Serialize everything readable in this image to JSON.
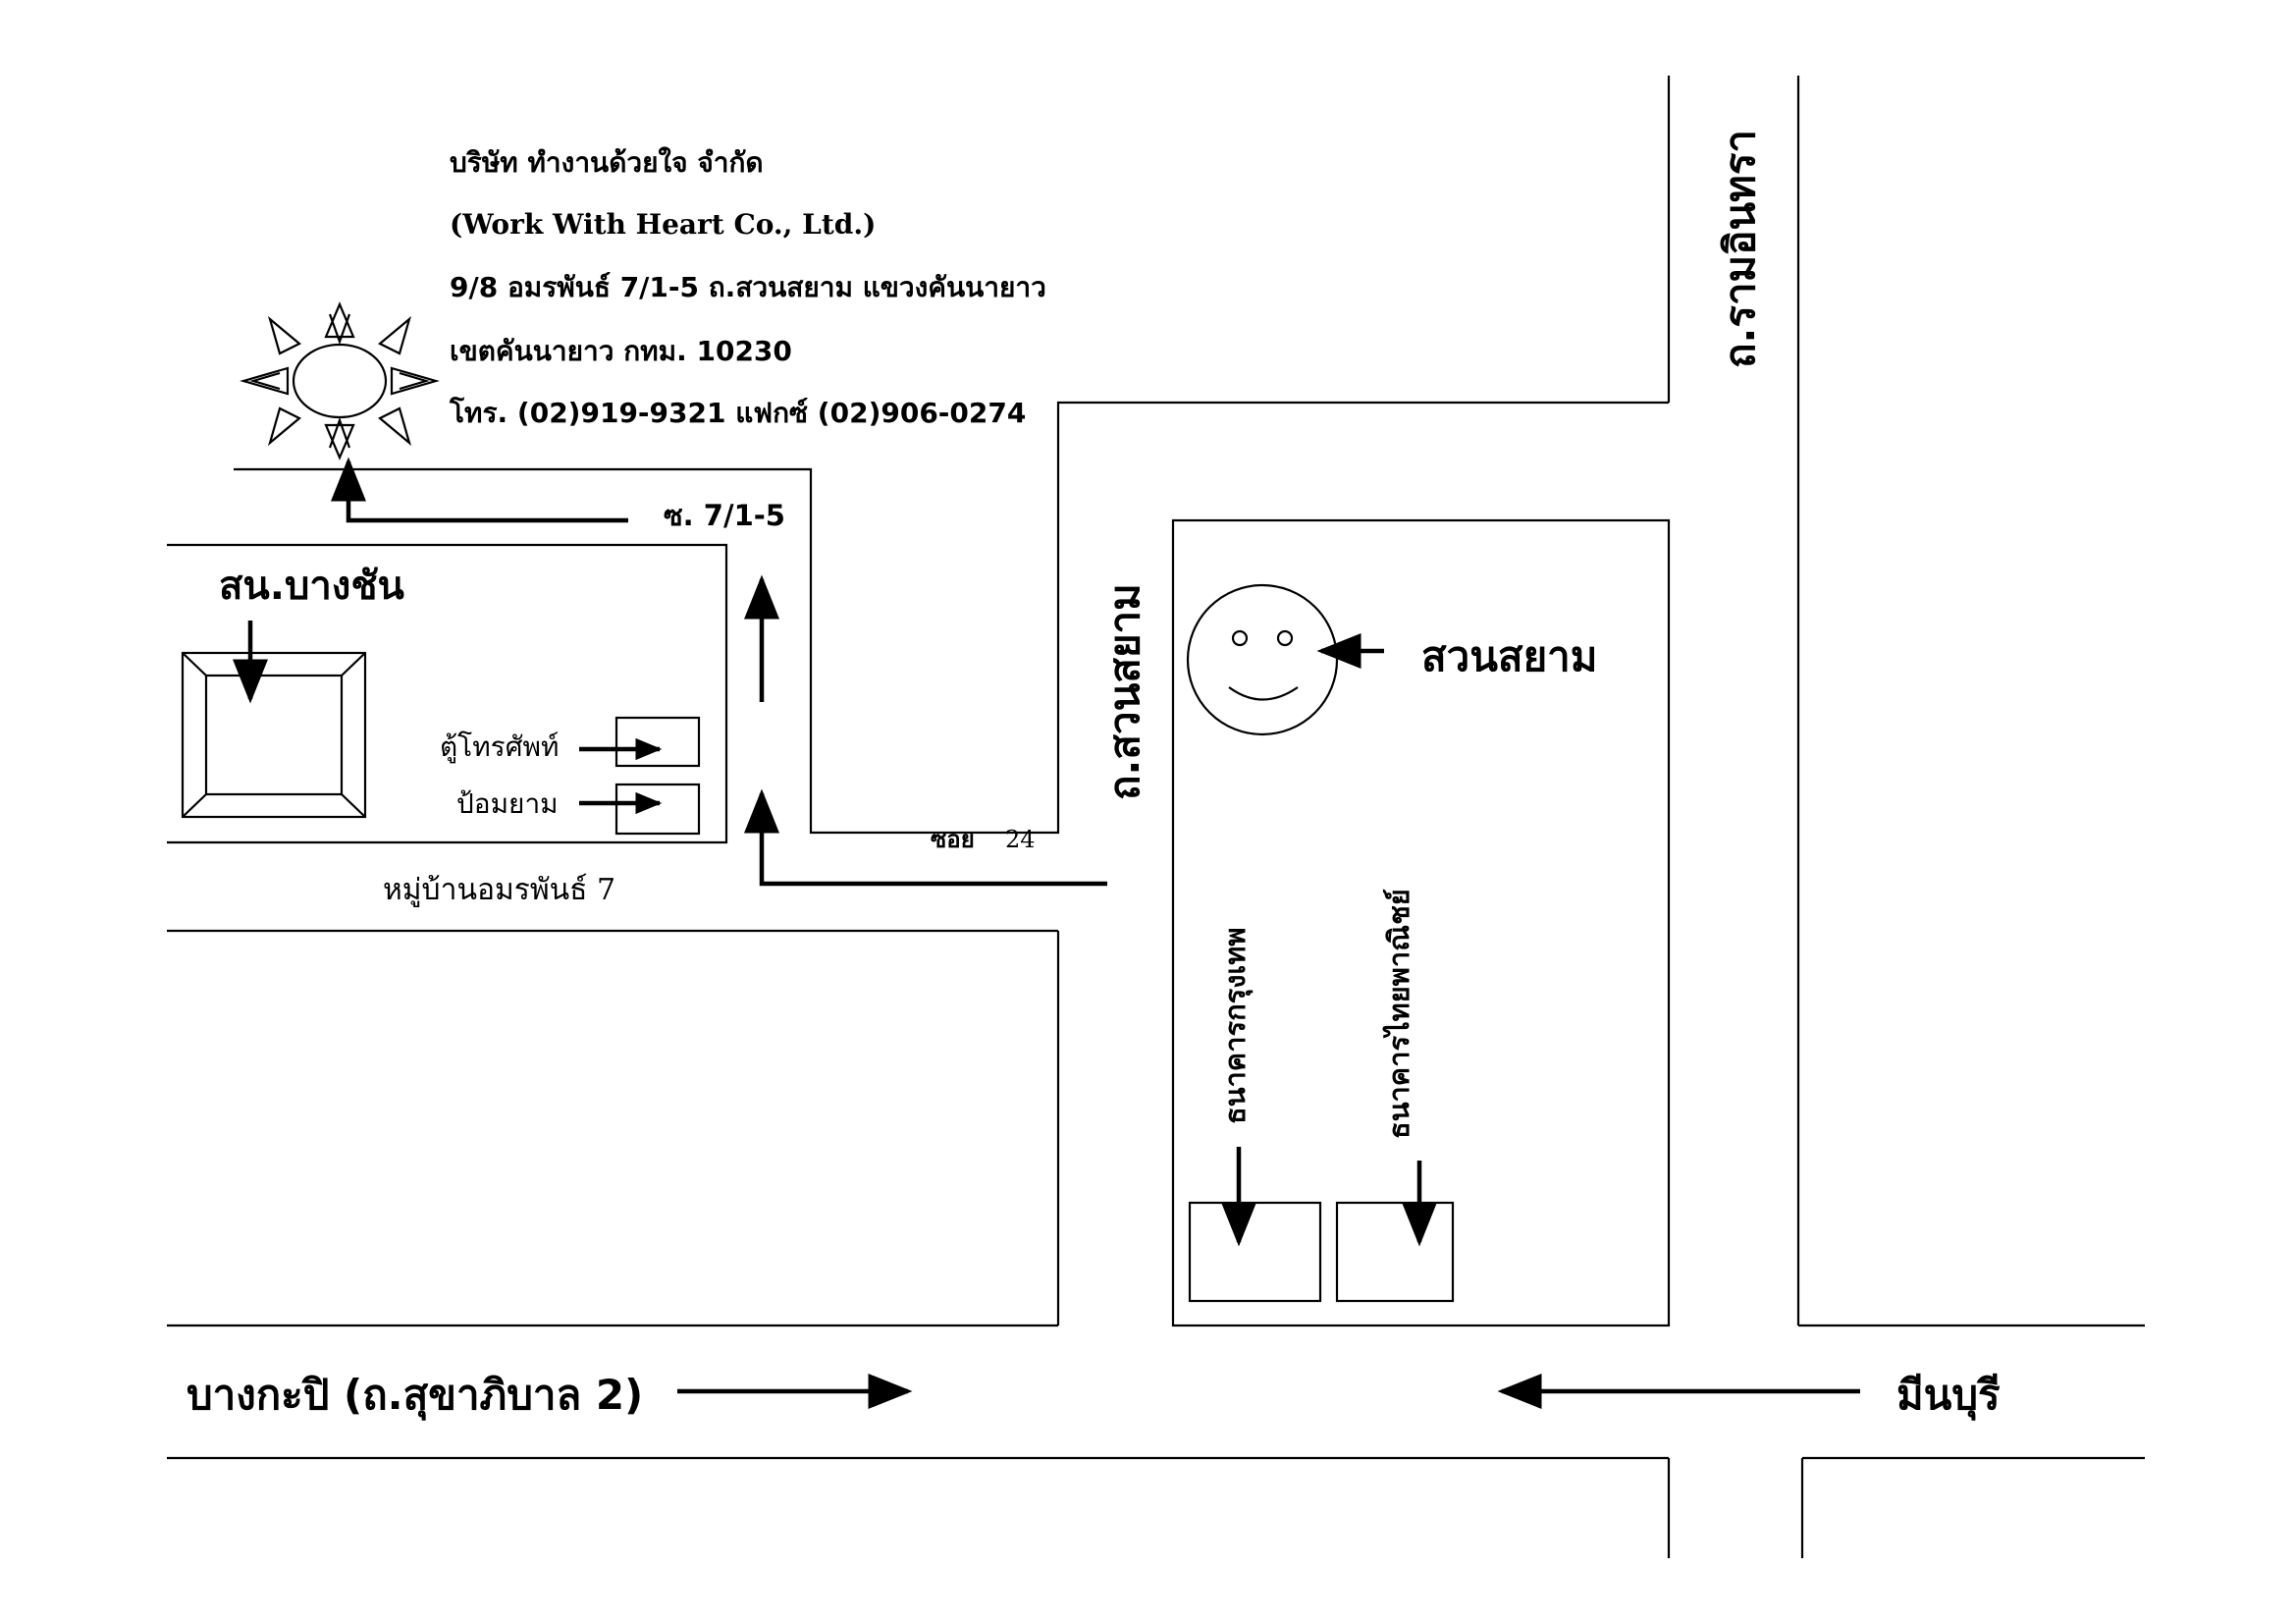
{
  "company": {
    "name_th": "บริษัท ทำงานด้วยใจ จำกัด",
    "name_en": "(Work With Heart Co., Ltd.)",
    "address_line1": "9/8 อมรพันธ์ 7/1-5 ถ.สวนสยาม แขวงคันนายาว",
    "address_line2": "เขตคันนายาว กทม. 10230",
    "contact": "โทร. (02)919-9321 แฟกซ์ (02)906-0274"
  },
  "labels": {
    "soi_71_5": "ซ. 7/1-5",
    "bang_chan_school": "สน.บางชัน",
    "phone_booth": "ตู้โทรศัพท์",
    "guard_post": "ป้อมยาม",
    "village": "หมู่บ้านอมรพันธ์ 7",
    "soi_24_word": "ซอย",
    "soi_24_num": "24",
    "suan_siam_road": "ถ.สวนสยาม",
    "suan_siam_park": "สวนสยาม",
    "ram_inthra_road": "ถ.รามอินทรา",
    "bangkok_bank": "ธนาคารกรุงเทพ",
    "thai_commercial_bank": "ธนาคารไทยพาณิชย์",
    "bang_kapi": "บางกะปิ (ถ.สุขาภิบาล 2)",
    "min_buri": "มีนบุรี"
  },
  "icons": {
    "company_marker": "sun-icon",
    "park_marker": "smiley-face-icon"
  }
}
